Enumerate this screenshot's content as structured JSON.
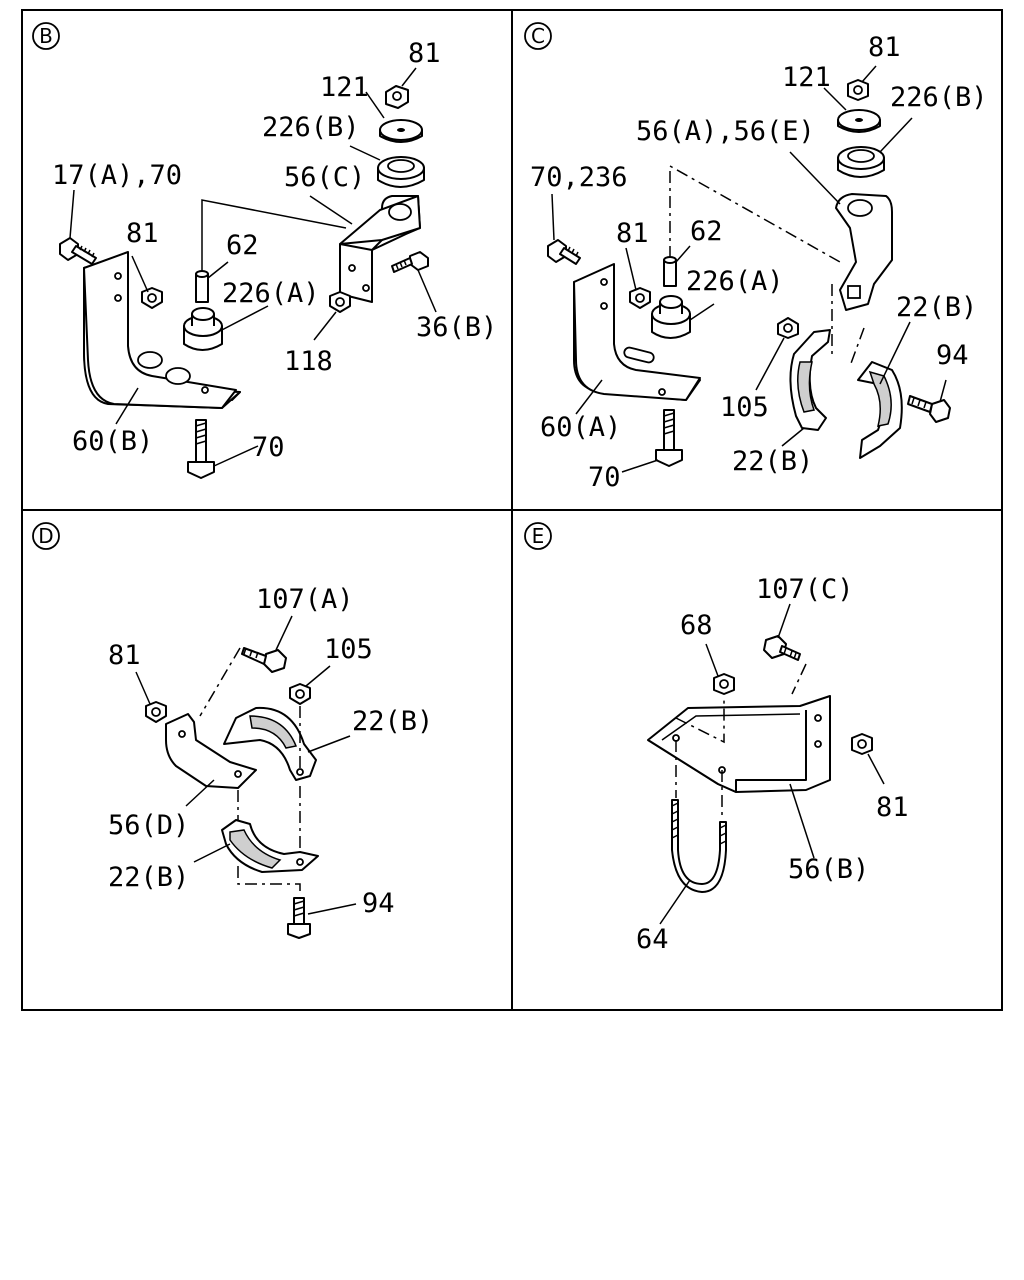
{
  "panels": [
    {
      "letter": "B",
      "labels": {
        "l81a": "81",
        "l121": "121",
        "l226b": "226(B)",
        "l56c": "56(C)",
        "l17a70": "17(A),70",
        "l81b": "81",
        "l62": "62",
        "l226a": "226(A)",
        "l36b": "36(B)",
        "l118": "118",
        "l60b": "60(B)",
        "l70": "70"
      }
    },
    {
      "letter": "C",
      "labels": {
        "l81a": "81",
        "l121": "121",
        "l226b": "226(B)",
        "l56ae": "56(A),56(E)",
        "l70236": "70,236",
        "l81b": "81",
        "l62": "62",
        "l226a": "226(A)",
        "l22ba": "22(B)",
        "l94": "94",
        "l105": "105",
        "l60a": "60(A)",
        "l22bb": "22(B)",
        "l70": "70"
      }
    },
    {
      "letter": "D",
      "labels": {
        "l107a": "107(A)",
        "l81": "81",
        "l105": "105",
        "l22ba": "22(B)",
        "l56d": "56(D)",
        "l22bb": "22(B)",
        "l94": "94"
      }
    },
    {
      "letter": "E",
      "labels": {
        "l107c": "107(C)",
        "l68": "68",
        "l81": "81",
        "l56b": "56(B)",
        "l64": "64"
      }
    }
  ]
}
